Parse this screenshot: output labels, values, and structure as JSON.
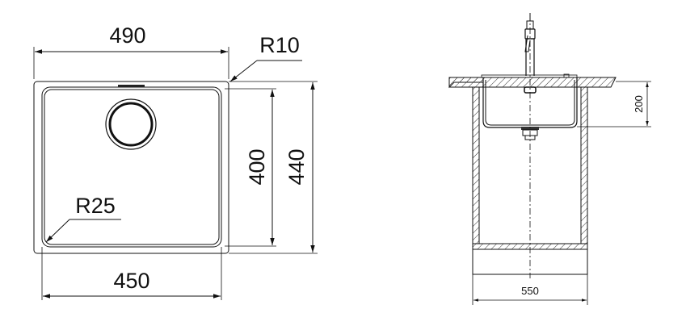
{
  "plan_view": {
    "outer_width_label": "490",
    "inner_width_label": "450",
    "inner_height_label": "400",
    "outer_height_label": "440",
    "corner_radius_outer_label": "R10",
    "corner_radius_inner_label": "R25"
  },
  "section_view": {
    "depth_label": "200",
    "cabinet_width_label": "550"
  }
}
